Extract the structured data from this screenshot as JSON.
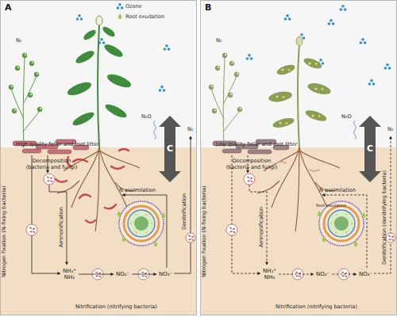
{
  "diagram": {
    "nodes": [
      {
        "text": [
          "A"
        ]
      },
      {
        "text": [
          "NH₄⁺",
          "NH₃"
        ],
        "in": 0
      },
      {
        "text": [
          "NO₂⁻"
        ],
        "in": 0
      },
      {
        "text": [
          "NO₃⁻"
        ],
        "in": 0
      },
      {
        "text": [
          "B"
        ]
      },
      {
        "text": [
          "NH₄⁺",
          "NH₃"
        ],
        "in": 4
      },
      {
        "text": [
          "NO₂⁻"
        ],
        "in": 4
      },
      {
        "text": [
          "NO₃⁻"
        ],
        "in": 4
      }
    ],
    "edges": [
      {
        "from": 1,
        "to": 2,
        "arrow": "to"
      },
      {
        "from": 2,
        "to": 3,
        "arrow": "to"
      },
      {
        "from": 5,
        "to": 6,
        "arrow": "to"
      },
      {
        "from": 6,
        "to": 7,
        "arrow": "to"
      }
    ],
    "labels": [
      "N₂",
      "High quality foliar and root litter",
      "Decomposition (bacteria and fungi)",
      "Ammonification",
      "N assimilation",
      "C",
      "N₂O",
      "N₂",
      "Denitrification",
      "Nitrogen fixation (N-fixing bacteria)",
      "Nitrification (nitrifying bacteria)",
      "N₂",
      "Low quality foliar and root litter",
      "Decomposition (bacteria and fungi)",
      "Ammonification",
      "N assimilation",
      "C",
      "N₂O",
      "N₂",
      "Denitrification (denitrifying bacteria)",
      "Nitrogen fixation (N-fixing bacteria)",
      "Nitrification (nitrifying bacteria)",
      "Root exudation"
    ],
    "legend": [
      {
        "text": "Ozone"
      },
      {
        "text": "Root exudation"
      }
    ]
  }
}
